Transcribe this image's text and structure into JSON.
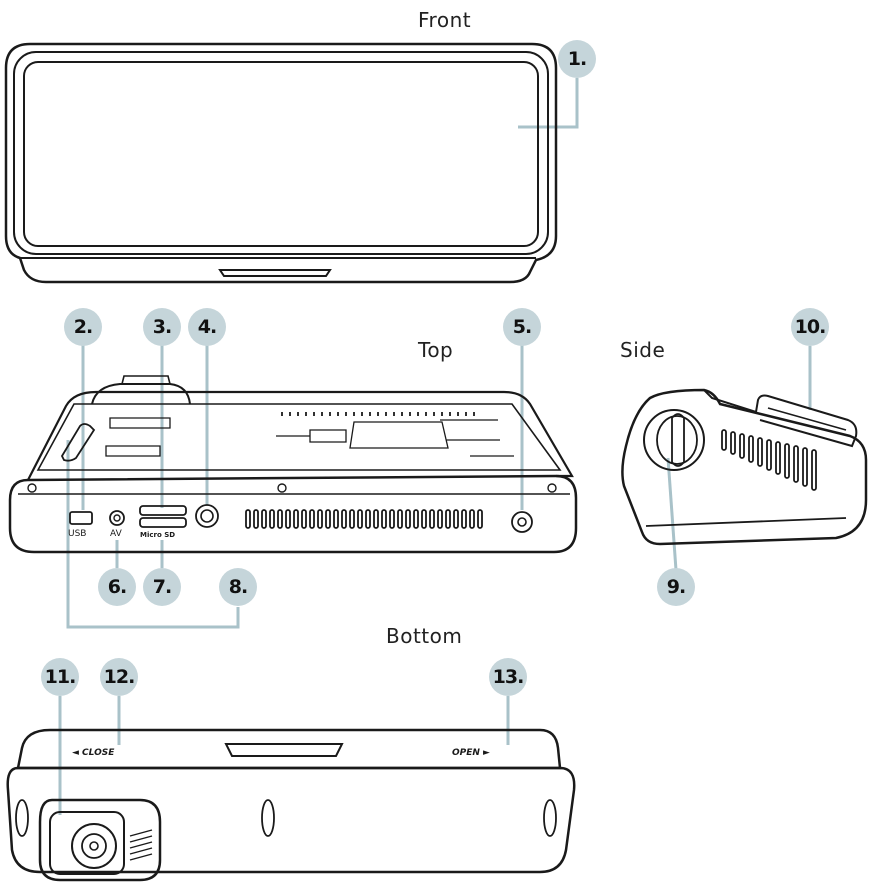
{
  "views": {
    "front": "Front",
    "top": "Top",
    "side": "Side",
    "bottom": "Bottom"
  },
  "port_labels": {
    "usb": "USB",
    "av": "AV",
    "micro_sd": "Micro SD"
  },
  "slider_labels": {
    "close": "◄ CLOSE",
    "open": "OPEN ►"
  },
  "callouts": [
    "1.",
    "2.",
    "3.",
    "4.",
    "5.",
    "6.",
    "7.",
    "8.",
    "9.",
    "10.",
    "11.",
    "12.",
    "13."
  ],
  "colors": {
    "callout_fill": "#c5d5da",
    "leader_line": "#a9c2c9",
    "outline": "#1a1a1a"
  }
}
